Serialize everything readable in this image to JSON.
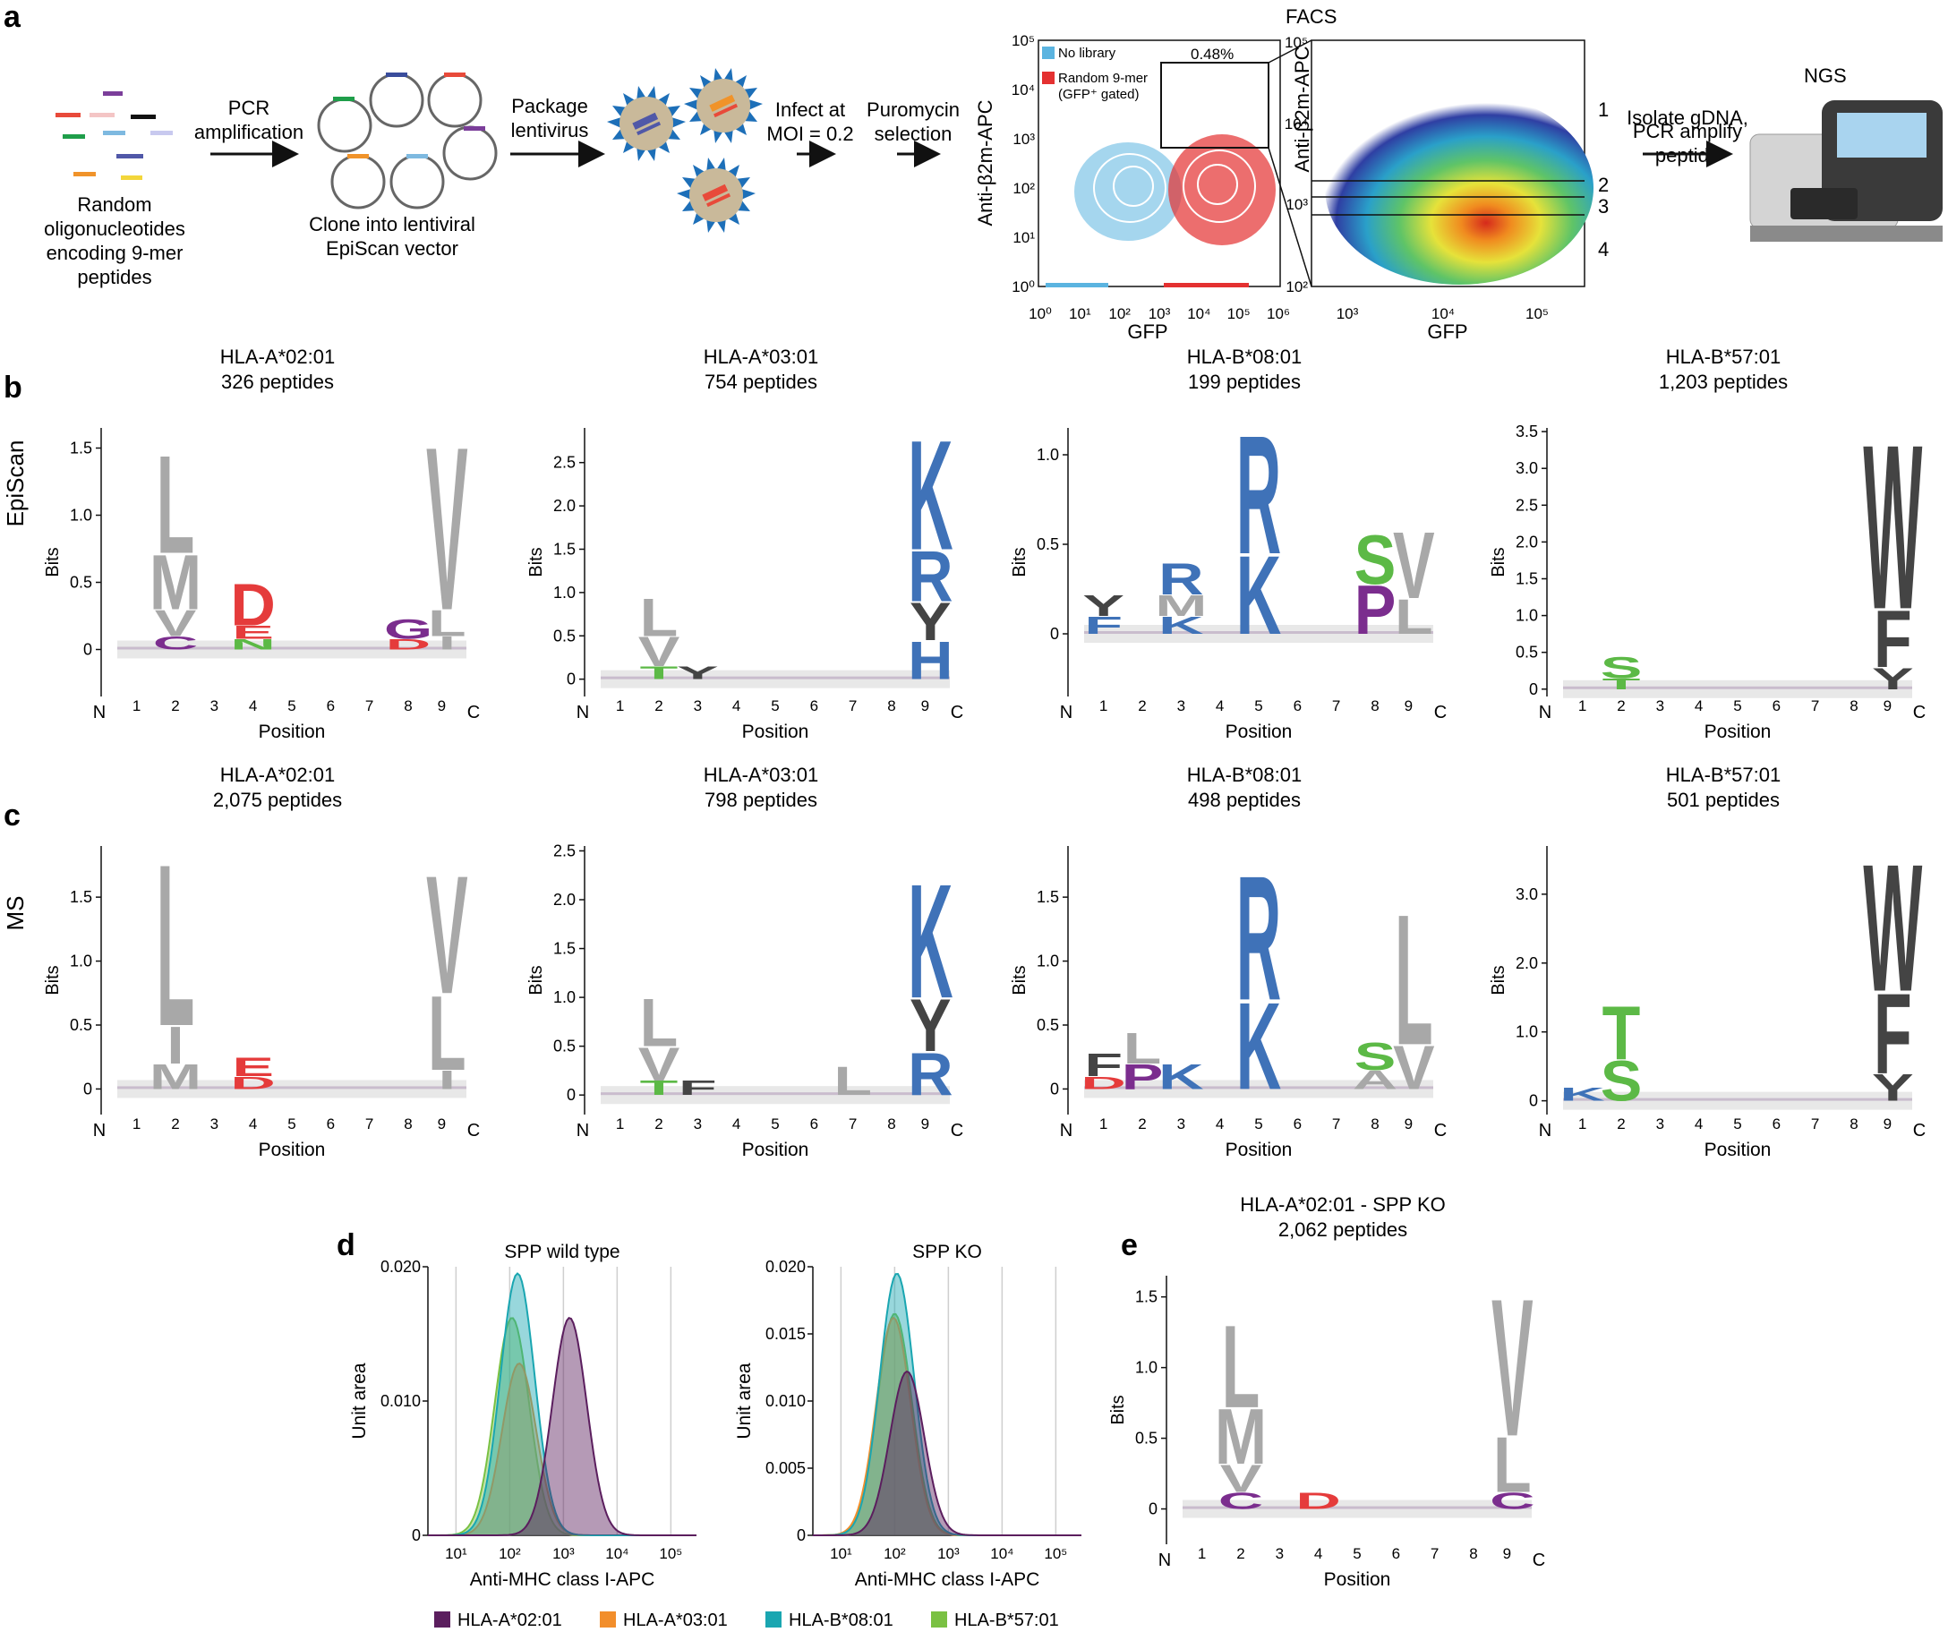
{
  "panel_letters": [
    "a",
    "b",
    "c",
    "d",
    "e"
  ],
  "panel_a": {
    "labels": {
      "oligos": [
        "Random",
        "oligonucleotides",
        "encoding 9-mer",
        "peptides"
      ],
      "pcr": [
        "PCR",
        "amplification"
      ],
      "clone": [
        "Clone into lentiviral",
        "EpiScan vector"
      ],
      "package": [
        "Package",
        "lentivirus"
      ],
      "infect": [
        "Infect at",
        "MOI = 0.2"
      ],
      "puro": [
        "Puromycin",
        "selection"
      ],
      "facs": "FACS",
      "isolate": [
        "Isolate gDNA,",
        "PCR amplify",
        "peptide"
      ],
      "ngs": "NGS"
    },
    "flow1": {
      "ylabel": "Anti-β2m-APC",
      "xlabel": "GFP",
      "legend": [
        {
          "label": "No library",
          "color": "#5bb4e0"
        },
        {
          "label": "Random 9-mer",
          "color": "#e43131"
        }
      ],
      "legend_note": "(GFP⁺ gated)",
      "gate_label": "0.48%",
      "x_ticks": [
        "10⁰",
        "10¹",
        "10²",
        "10³",
        "10⁴",
        "10⁵",
        "10⁶"
      ],
      "y_ticks": [
        "10⁰",
        "10¹",
        "10²",
        "10³",
        "10⁴",
        "10⁵"
      ]
    },
    "flow2": {
      "ylabel": "Anti-β2m-APC",
      "xlabel": "GFP",
      "x_ticks": [
        "10³",
        "10⁴",
        "10⁵"
      ],
      "y_ticks": [
        "10²",
        "10³",
        "10⁴",
        "10⁵"
      ],
      "bins": [
        "1",
        "2",
        "3",
        "4"
      ]
    }
  },
  "row_labels": {
    "b": "EpiScan",
    "c": "MS"
  },
  "logo_common": {
    "xlabel": "Position",
    "ylabel": "Bits",
    "n_term": "N",
    "c_term": "C",
    "positions": [
      "1",
      "2",
      "3",
      "4",
      "5",
      "6",
      "7",
      "8",
      "9"
    ]
  },
  "colors": {
    "gray": "#a8a8a8",
    "dark": "#444444",
    "blue": "#3f72b8",
    "red": "#e53b3b",
    "green": "#5cb946",
    "purple": "#7b2d8e"
  },
  "chart_data": [
    {
      "type": "sequence-logo",
      "panel": "b",
      "title": "HLA-A*02:01",
      "subtitle": "326 peptides",
      "ylabel": "Bits",
      "xlabel": "Position",
      "yticks": [
        "0",
        "0.5",
        "1.0",
        "1.5"
      ],
      "ylim": [
        -0.35,
        1.65
      ],
      "letters": [
        {
          "pos": 2,
          "stack": [
            {
              "l": "L",
              "b": 0.75,
              "c": "gray"
            },
            {
              "l": "M",
              "b": 0.42,
              "c": "gray"
            },
            {
              "l": "V",
              "b": 0.2,
              "c": "gray"
            },
            {
              "l": "C",
              "b": 0.1,
              "c": "purple"
            }
          ]
        },
        {
          "pos": 4,
          "stack": [
            {
              "l": "D",
              "b": 0.32,
              "c": "red"
            },
            {
              "l": "E",
              "b": 0.1,
              "c": "red"
            },
            {
              "l": "N",
              "b": 0.08,
              "c": "green"
            }
          ]
        },
        {
          "pos": 8,
          "stack": [
            {
              "l": "G",
              "b": 0.15,
              "c": "purple"
            },
            {
              "l": "D",
              "b": 0.08,
              "c": "red"
            }
          ]
        },
        {
          "pos": 9,
          "stack": [
            {
              "l": "V",
              "b": 1.25,
              "c": "gray"
            },
            {
              "l": "L",
              "b": 0.2,
              "c": "gray"
            },
            {
              "l": "I",
              "b": 0.1,
              "c": "gray"
            }
          ]
        }
      ]
    },
    {
      "type": "sequence-logo",
      "panel": "b",
      "title": "HLA-A*03:01",
      "subtitle": "754 peptides",
      "ylabel": "Bits",
      "xlabel": "Position",
      "yticks": [
        "0",
        "0.5",
        "1.0",
        "1.5",
        "2.0",
        "2.5"
      ],
      "ylim": [
        -0.2,
        2.9
      ],
      "letters": [
        {
          "pos": 2,
          "stack": [
            {
              "l": "L",
              "b": 0.45,
              "c": "gray"
            },
            {
              "l": "V",
              "b": 0.35,
              "c": "gray"
            },
            {
              "l": "T",
              "b": 0.15,
              "c": "green"
            }
          ]
        },
        {
          "pos": 3,
          "stack": [
            {
              "l": "Y",
              "b": 0.15,
              "c": "dark"
            }
          ]
        },
        {
          "pos": 9,
          "stack": [
            {
              "l": "K",
              "b": 1.3,
              "c": "blue"
            },
            {
              "l": "R",
              "b": 0.6,
              "c": "blue"
            },
            {
              "l": "Y",
              "b": 0.45,
              "c": "dark"
            },
            {
              "l": "H",
              "b": 0.45,
              "c": "blue"
            }
          ]
        }
      ]
    },
    {
      "type": "sequence-logo",
      "panel": "b",
      "title": "HLA-B*08:01",
      "subtitle": "199 peptides",
      "ylabel": "Bits",
      "xlabel": "Position",
      "yticks": [
        "0",
        "0.5",
        "1.0"
      ],
      "ylim": [
        -0.35,
        1.15
      ],
      "letters": [
        {
          "pos": 1,
          "stack": [
            {
              "l": "Y",
              "b": 0.12,
              "c": "dark"
            },
            {
              "l": "F",
              "b": 0.1,
              "c": "blue"
            }
          ]
        },
        {
          "pos": 3,
          "stack": [
            {
              "l": "R",
              "b": 0.18,
              "c": "blue"
            },
            {
              "l": "M",
              "b": 0.12,
              "c": "gray"
            },
            {
              "l": "K",
              "b": 0.1,
              "c": "blue"
            }
          ]
        },
        {
          "pos": 5,
          "stack": [
            {
              "l": "R",
              "b": 0.68,
              "c": "blue"
            },
            {
              "l": "K",
              "b": 0.45,
              "c": "blue"
            }
          ]
        },
        {
          "pos": 8,
          "stack": [
            {
              "l": "S",
              "b": 0.28,
              "c": "green"
            },
            {
              "l": "P",
              "b": 0.28,
              "c": "purple"
            }
          ]
        },
        {
          "pos": 9,
          "stack": [
            {
              "l": "V",
              "b": 0.38,
              "c": "gray"
            },
            {
              "l": "L",
              "b": 0.2,
              "c": "gray"
            }
          ]
        }
      ]
    },
    {
      "type": "sequence-logo",
      "panel": "b",
      "title": "HLA-B*57:01",
      "subtitle": "1,203 peptides",
      "ylabel": "Bits",
      "xlabel": "Position",
      "yticks": [
        "0",
        "0.5",
        "1.0",
        "1.5",
        "2.0",
        "2.5",
        "3.0",
        "3.5"
      ],
      "ylim": [
        -0.1,
        3.55
      ],
      "letters": [
        {
          "pos": 2,
          "stack": [
            {
              "l": "S",
              "b": 0.3,
              "c": "green"
            },
            {
              "l": "T",
              "b": 0.15,
              "c": "green"
            }
          ]
        },
        {
          "pos": 9,
          "stack": [
            {
              "l": "W",
              "b": 2.3,
              "c": "dark"
            },
            {
              "l": "F",
              "b": 0.8,
              "c": "dark"
            },
            {
              "l": "Y",
              "b": 0.3,
              "c": "dark"
            }
          ]
        }
      ]
    },
    {
      "type": "sequence-logo",
      "panel": "c",
      "title": "HLA-A*02:01",
      "subtitle": "2,075 peptides",
      "ylabel": "Bits",
      "xlabel": "Position",
      "yticks": [
        "0",
        "0.5",
        "1.0",
        "1.5"
      ],
      "ylim": [
        -0.2,
        1.9
      ],
      "letters": [
        {
          "pos": 2,
          "stack": [
            {
              "l": "L",
              "b": 1.3,
              "c": "gray"
            },
            {
              "l": "I",
              "b": 0.3,
              "c": "gray"
            },
            {
              "l": "M",
              "b": 0.2,
              "c": "gray"
            }
          ]
        },
        {
          "pos": 4,
          "stack": [
            {
              "l": "E",
              "b": 0.15,
              "c": "red"
            },
            {
              "l": "D",
              "b": 0.1,
              "c": "red"
            }
          ]
        },
        {
          "pos": 9,
          "stack": [
            {
              "l": "V",
              "b": 0.95,
              "c": "gray"
            },
            {
              "l": "L",
              "b": 0.6,
              "c": "gray"
            },
            {
              "l": "I",
              "b": 0.15,
              "c": "gray"
            }
          ]
        }
      ]
    },
    {
      "type": "sequence-logo",
      "panel": "c",
      "title": "HLA-A*03:01",
      "subtitle": "798 peptides",
      "ylabel": "Bits",
      "xlabel": "Position",
      "yticks": [
        "0",
        "0.5",
        "1.0",
        "1.5",
        "2.0",
        "2.5"
      ],
      "ylim": [
        -0.2,
        2.55
      ],
      "letters": [
        {
          "pos": 2,
          "stack": [
            {
              "l": "L",
              "b": 0.5,
              "c": "gray"
            },
            {
              "l": "V",
              "b": 0.35,
              "c": "gray"
            },
            {
              "l": "T",
              "b": 0.15,
              "c": "green"
            }
          ]
        },
        {
          "pos": 3,
          "stack": [
            {
              "l": "F",
              "b": 0.15,
              "c": "dark"
            }
          ]
        },
        {
          "pos": 7,
          "stack": [
            {
              "l": "L",
              "b": 0.3,
              "c": "gray"
            }
          ]
        },
        {
          "pos": 9,
          "stack": [
            {
              "l": "K",
              "b": 1.2,
              "c": "blue"
            },
            {
              "l": "Y",
              "b": 0.55,
              "c": "dark"
            },
            {
              "l": "R",
              "b": 0.45,
              "c": "blue"
            }
          ]
        }
      ]
    },
    {
      "type": "sequence-logo",
      "panel": "c",
      "title": "HLA-B*08:01",
      "subtitle": "498 peptides",
      "ylabel": "Bits",
      "xlabel": "Position",
      "yticks": [
        "0",
        "0.5",
        "1.0",
        "1.5"
      ],
      "ylim": [
        -0.2,
        1.9
      ],
      "letters": [
        {
          "pos": 1,
          "stack": [
            {
              "l": "F",
              "b": 0.18,
              "c": "dark"
            },
            {
              "l": "D",
              "b": 0.1,
              "c": "red"
            }
          ]
        },
        {
          "pos": 2,
          "stack": [
            {
              "l": "L",
              "b": 0.25,
              "c": "gray"
            },
            {
              "l": "P",
              "b": 0.2,
              "c": "purple"
            }
          ]
        },
        {
          "pos": 3,
          "stack": [
            {
              "l": "K",
              "b": 0.2,
              "c": "blue"
            }
          ]
        },
        {
          "pos": 5,
          "stack": [
            {
              "l": "R",
              "b": 1.0,
              "c": "blue"
            },
            {
              "l": "K",
              "b": 0.7,
              "c": "blue"
            }
          ]
        },
        {
          "pos": 8,
          "stack": [
            {
              "l": "S",
              "b": 0.22,
              "c": "green"
            },
            {
              "l": "A",
              "b": 0.15,
              "c": "gray"
            }
          ]
        },
        {
          "pos": 9,
          "stack": [
            {
              "l": "L",
              "b": 1.05,
              "c": "gray"
            },
            {
              "l": "V",
              "b": 0.35,
              "c": "gray"
            }
          ]
        }
      ]
    },
    {
      "type": "sequence-logo",
      "panel": "c",
      "title": "HLA-B*57:01",
      "subtitle": "501 peptides",
      "ylabel": "Bits",
      "xlabel": "Position",
      "yticks": [
        "0",
        "1.0",
        "2.0",
        "3.0"
      ],
      "ylim": [
        -0.2,
        3.7
      ],
      "letters": [
        {
          "pos": 1,
          "stack": [
            {
              "l": "K",
              "b": 0.2,
              "c": "blue"
            }
          ]
        },
        {
          "pos": 2,
          "stack": [
            {
              "l": "T",
              "b": 0.8,
              "c": "green"
            },
            {
              "l": "S",
              "b": 0.6,
              "c": "green"
            }
          ]
        },
        {
          "pos": 9,
          "stack": [
            {
              "l": "W",
              "b": 1.9,
              "c": "dark"
            },
            {
              "l": "F",
              "b": 1.2,
              "c": "dark"
            },
            {
              "l": "Y",
              "b": 0.4,
              "c": "dark"
            }
          ]
        }
      ]
    },
    {
      "type": "sequence-logo",
      "panel": "e",
      "title": "HLA-A*02:01 - SPP KO",
      "subtitle": "2,062 peptides",
      "ylabel": "Bits",
      "xlabel": "Position",
      "yticks": [
        "0",
        "0.5",
        "1.0",
        "1.5"
      ],
      "ylim": [
        -0.25,
        1.65
      ],
      "letters": [
        {
          "pos": 2,
          "stack": [
            {
              "l": "L",
              "b": 0.6,
              "c": "gray"
            },
            {
              "l": "M",
              "b": 0.4,
              "c": "gray"
            },
            {
              "l": "V",
              "b": 0.2,
              "c": "gray"
            },
            {
              "l": "C",
              "b": 0.12,
              "c": "purple"
            }
          ]
        },
        {
          "pos": 4,
          "stack": [
            {
              "l": "D",
              "b": 0.12,
              "c": "red"
            }
          ]
        },
        {
          "pos": 9,
          "stack": [
            {
              "l": "V",
              "b": 1.0,
              "c": "gray"
            },
            {
              "l": "L",
              "b": 0.4,
              "c": "gray"
            },
            {
              "l": "C",
              "b": 0.12,
              "c": "purple"
            }
          ]
        }
      ]
    },
    {
      "type": "area",
      "panel": "d",
      "title": "SPP wild type",
      "xlabel": "Anti-MHC class I-APC",
      "ylabel": "Unit area",
      "xscale": "log",
      "xlim": [
        3,
        300000
      ],
      "ylim": [
        0,
        0.02
      ],
      "yticks": [
        "0",
        "0.010",
        "0.020"
      ],
      "xticks": [
        "10¹",
        "10²",
        "10³",
        "10⁴",
        "10⁵"
      ],
      "series": [
        {
          "name": "HLA-A*02:01",
          "color": "#5b1e5e",
          "peak_x": 1300,
          "peak_y": 0.0162
        },
        {
          "name": "HLA-A*03:01",
          "color": "#f28e2b",
          "peak_x": 150,
          "peak_y": 0.0128
        },
        {
          "name": "HLA-B*08:01",
          "color": "#1aa6b1",
          "peak_x": 140,
          "peak_y": 0.0195
        },
        {
          "name": "HLA-B*57:01",
          "color": "#7ac143",
          "peak_x": 110,
          "peak_y": 0.0162
        }
      ]
    },
    {
      "type": "area",
      "panel": "d",
      "title": "SPP KO",
      "xlabel": "Anti-MHC class I-APC",
      "ylabel": "Unit area",
      "xscale": "log",
      "xlim": [
        3,
        300000
      ],
      "ylim": [
        0,
        0.02
      ],
      "yticks": [
        "0",
        "0.005",
        "0.010",
        "0.015",
        "0.020"
      ],
      "xticks": [
        "10¹",
        "10²",
        "10³",
        "10⁴",
        "10⁵"
      ],
      "series": [
        {
          "name": "HLA-A*02:01",
          "color": "#5b1e5e",
          "peak_x": 170,
          "peak_y": 0.0122
        },
        {
          "name": "HLA-A*03:01",
          "color": "#f28e2b",
          "peak_x": 95,
          "peak_y": 0.0162
        },
        {
          "name": "HLA-B*08:01",
          "color": "#1aa6b1",
          "peak_x": 110,
          "peak_y": 0.0195
        },
        {
          "name": "HLA-B*57:01",
          "color": "#7ac143",
          "peak_x": 100,
          "peak_y": 0.0165
        }
      ]
    }
  ],
  "legend_d": [
    {
      "label": "HLA-A*02:01",
      "color": "#5b1e5e"
    },
    {
      "label": "HLA-A*03:01",
      "color": "#f28e2b"
    },
    {
      "label": "HLA-B*08:01",
      "color": "#1aa6b1"
    },
    {
      "label": "HLA-B*57:01",
      "color": "#7ac143"
    }
  ]
}
